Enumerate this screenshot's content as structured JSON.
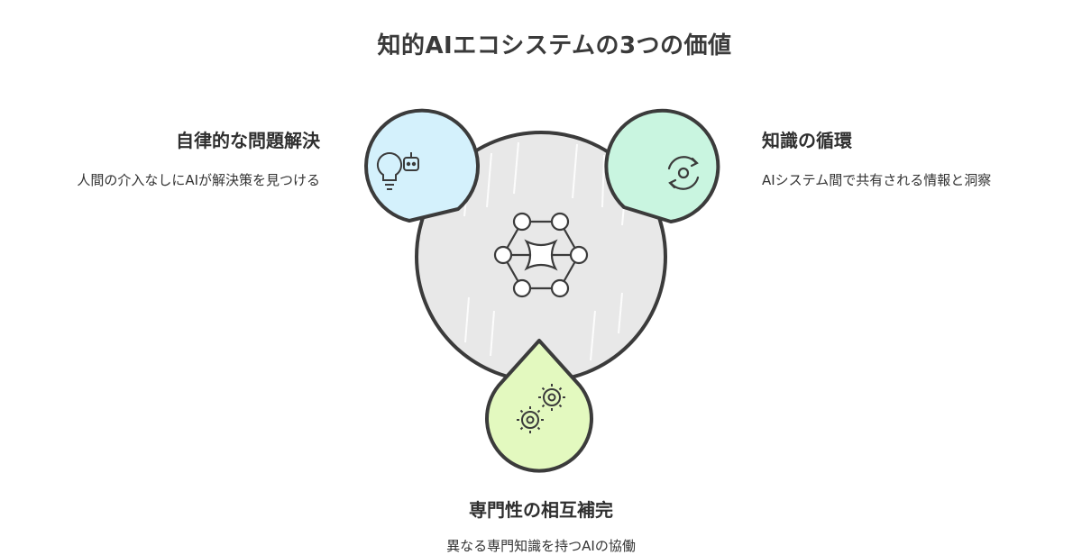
{
  "title": "知的AIエコシステムの3つの価値",
  "center": {
    "icon": "network-hub-icon"
  },
  "nodes": {
    "left": {
      "title": "自律的な問題解決",
      "description": "人間の介入なしにAIが解決策を見つける",
      "icon": "lightbulb-robot-icon",
      "color": "#d4f1fc"
    },
    "right": {
      "title": "知識の循環",
      "description": "AIシステム間で共有される情報と洞察",
      "icon": "refresh-cycle-icon",
      "color": "#c9f5e0"
    },
    "bottom": {
      "title": "専門性の相互補完",
      "description": "異なる専門知識を持つAIの協働",
      "icon": "gears-icon",
      "color": "#e3f9bf"
    }
  },
  "colors": {
    "center_fill": "#e8e8e8",
    "outline": "#3b3b3b"
  }
}
